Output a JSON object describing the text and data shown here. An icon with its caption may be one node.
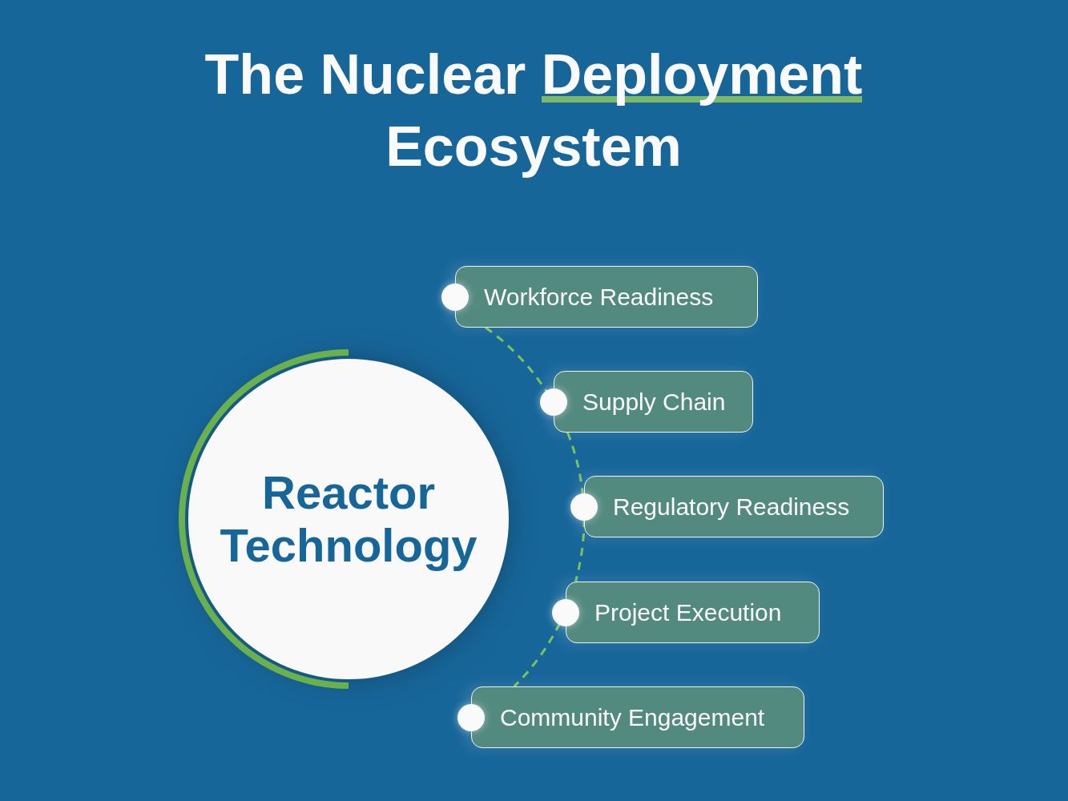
{
  "diagram": {
    "title": "The Nuclear Deployment Ecosystem",
    "nodes": [
      {
        "text": [
          "Reactor Technology"
        ]
      },
      {
        "text": [
          "Workforce Readiness"
        ]
      },
      {
        "text": [
          "Supply Chain"
        ]
      },
      {
        "text": [
          "Regulatory Readiness"
        ]
      },
      {
        "text": [
          "Project Execution"
        ]
      },
      {
        "text": [
          "Community Engagement"
        ]
      }
    ],
    "edges": [
      {
        "from": 1,
        "to": 2,
        "arrow": "none",
        "style": "dashed"
      },
      {
        "from": 2,
        "to": 3,
        "arrow": "none",
        "style": "dashed"
      },
      {
        "from": 3,
        "to": 4,
        "arrow": "none",
        "style": "dashed"
      },
      {
        "from": 4,
        "to": 5,
        "arrow": "none",
        "style": "dashed"
      }
    ]
  }
}
